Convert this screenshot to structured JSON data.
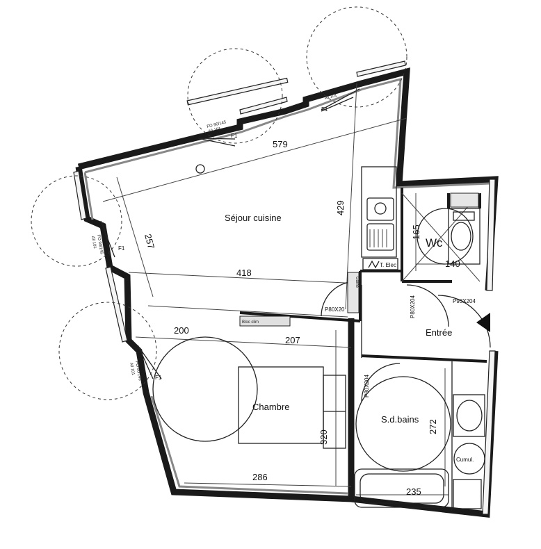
{
  "rooms": {
    "sejour": "Séjour cuisine",
    "chambre": "Chambre",
    "sdb": "S.d.bains",
    "entree": "Entrée",
    "wc": "Wc",
    "cumulus": "Cumul."
  },
  "dimensions": {
    "d579": "579",
    "d429": "429",
    "d257": "257",
    "d418": "418",
    "d165": "165",
    "d140": "140",
    "d200": "200",
    "d207": "207",
    "d320": "320",
    "d286": "286",
    "d272": "272",
    "d235": "235"
  },
  "doors": {
    "p80_sejour": "P80X20",
    "p80_wc": "P80X204",
    "p93_entree": "P93X204",
    "p80_sdb": "P80X204"
  },
  "windows": {
    "f1": "F1",
    "fo_top": "FO 90/145",
    "all_top": "All 101"
  },
  "technical": {
    "t_elec": "T. Elec",
    "bloc_clim": "Bloc clim",
    "gaine": "Gaine"
  }
}
